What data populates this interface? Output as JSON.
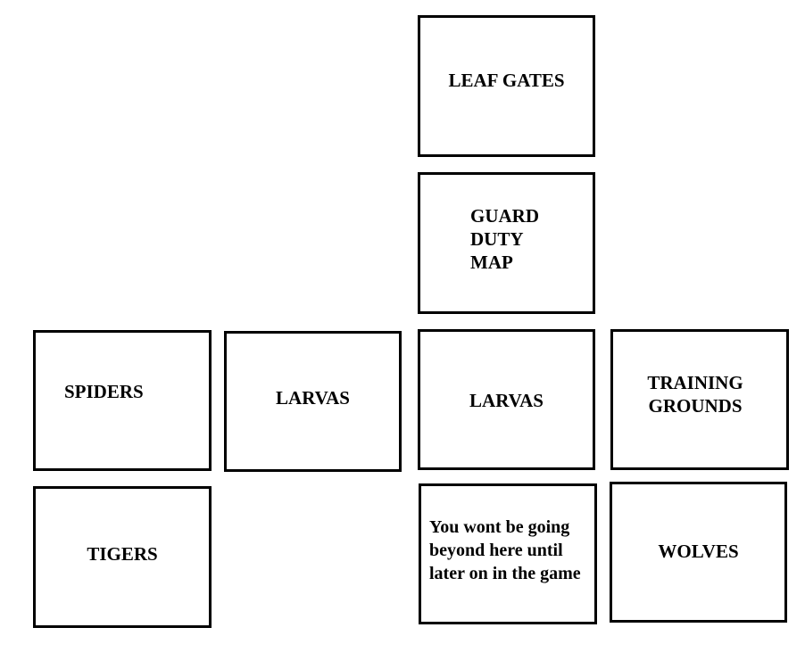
{
  "map": {
    "rooms": [
      {
        "id": "leaf-gates",
        "label": "LEAF GATES"
      },
      {
        "id": "guard-duty",
        "lines": [
          "GUARD",
          "DUTY",
          "MAP"
        ]
      },
      {
        "id": "spiders",
        "label": "SPIDERS"
      },
      {
        "id": "larvas-west",
        "label": "LARVAS"
      },
      {
        "id": "larvas-center",
        "label": "LARVAS"
      },
      {
        "id": "training",
        "lines": [
          "TRAINING",
          "GROUNDS"
        ]
      },
      {
        "id": "tigers",
        "label": "TIGERS"
      },
      {
        "id": "locked",
        "lines": [
          "You wont be going",
          "beyond here until",
          "later on in the game"
        ]
      },
      {
        "id": "wolves",
        "label": "WOLVES"
      }
    ]
  }
}
